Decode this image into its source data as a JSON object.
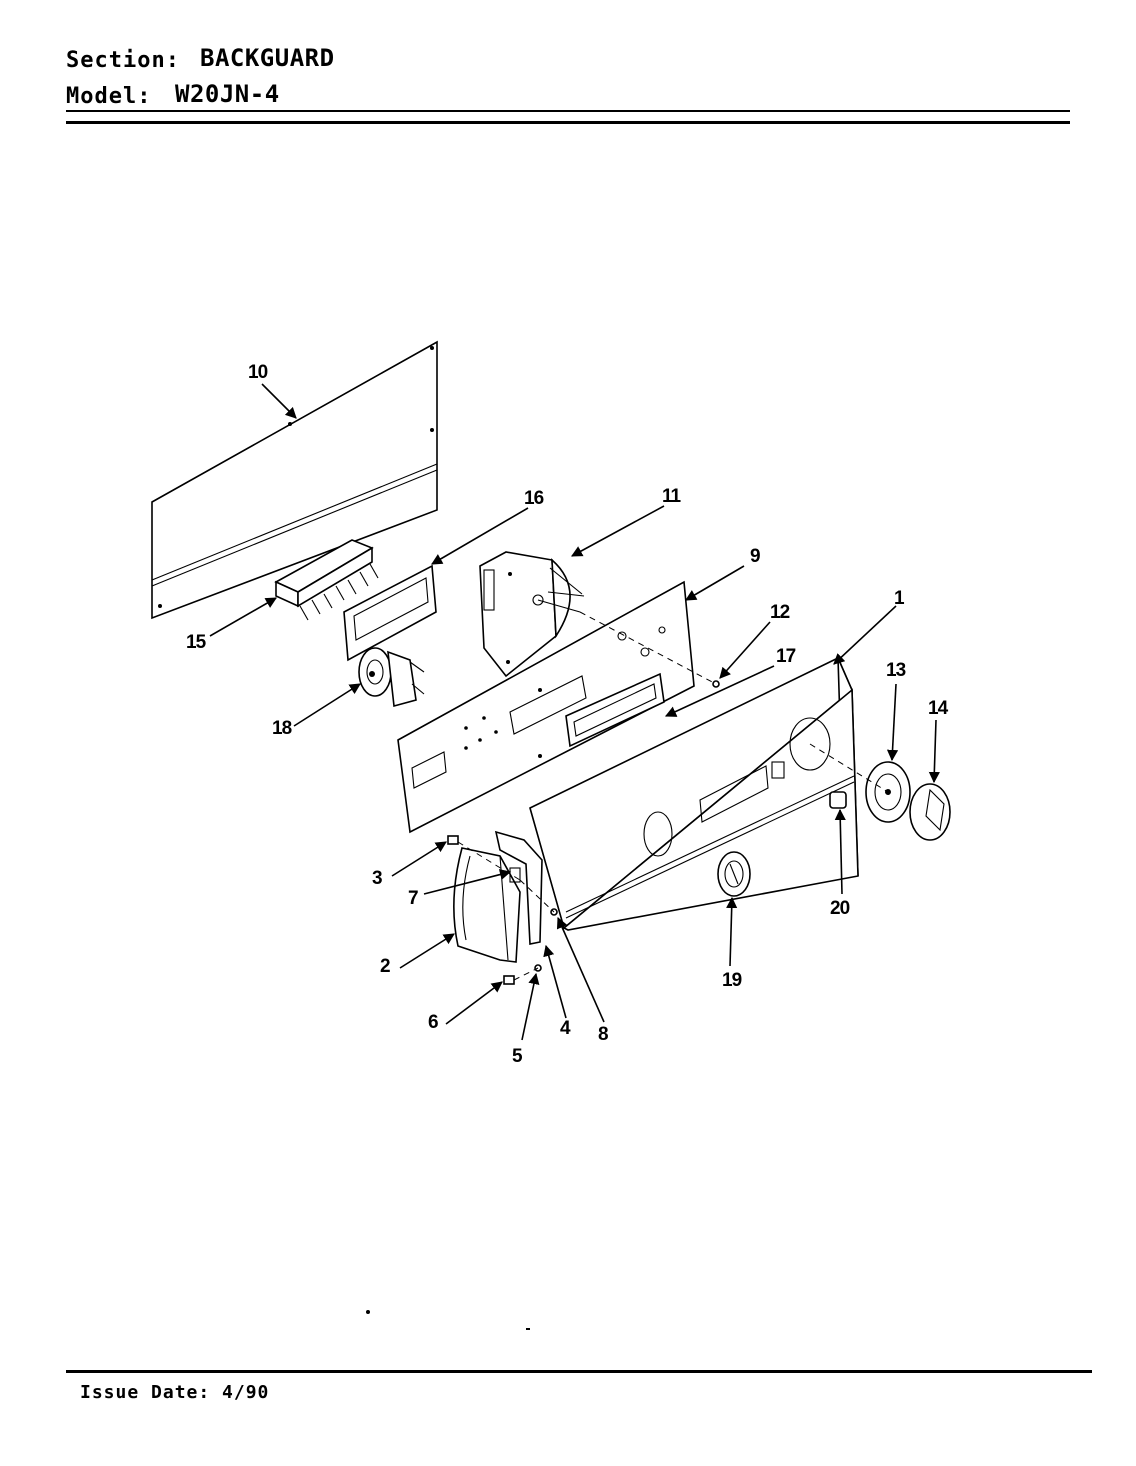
{
  "header": {
    "section_label": "Section:",
    "section_value": "BACKGUARD",
    "model_label": "Model:",
    "model_value": "W20JN-4"
  },
  "footer": {
    "issue_date": "Issue Date: 4/90"
  },
  "callouts": {
    "c1": "1",
    "c2": "2",
    "c3": "3",
    "c4": "4",
    "c5": "5",
    "c6": "6",
    "c7": "7",
    "c8": "8",
    "c9": "9",
    "c10": "10",
    "c11": "11",
    "c12": "12",
    "c13": "13",
    "c14": "14",
    "c15": "15",
    "c16": "16",
    "c17": "17",
    "c18": "18",
    "c19": "19",
    "c20": "20"
  }
}
